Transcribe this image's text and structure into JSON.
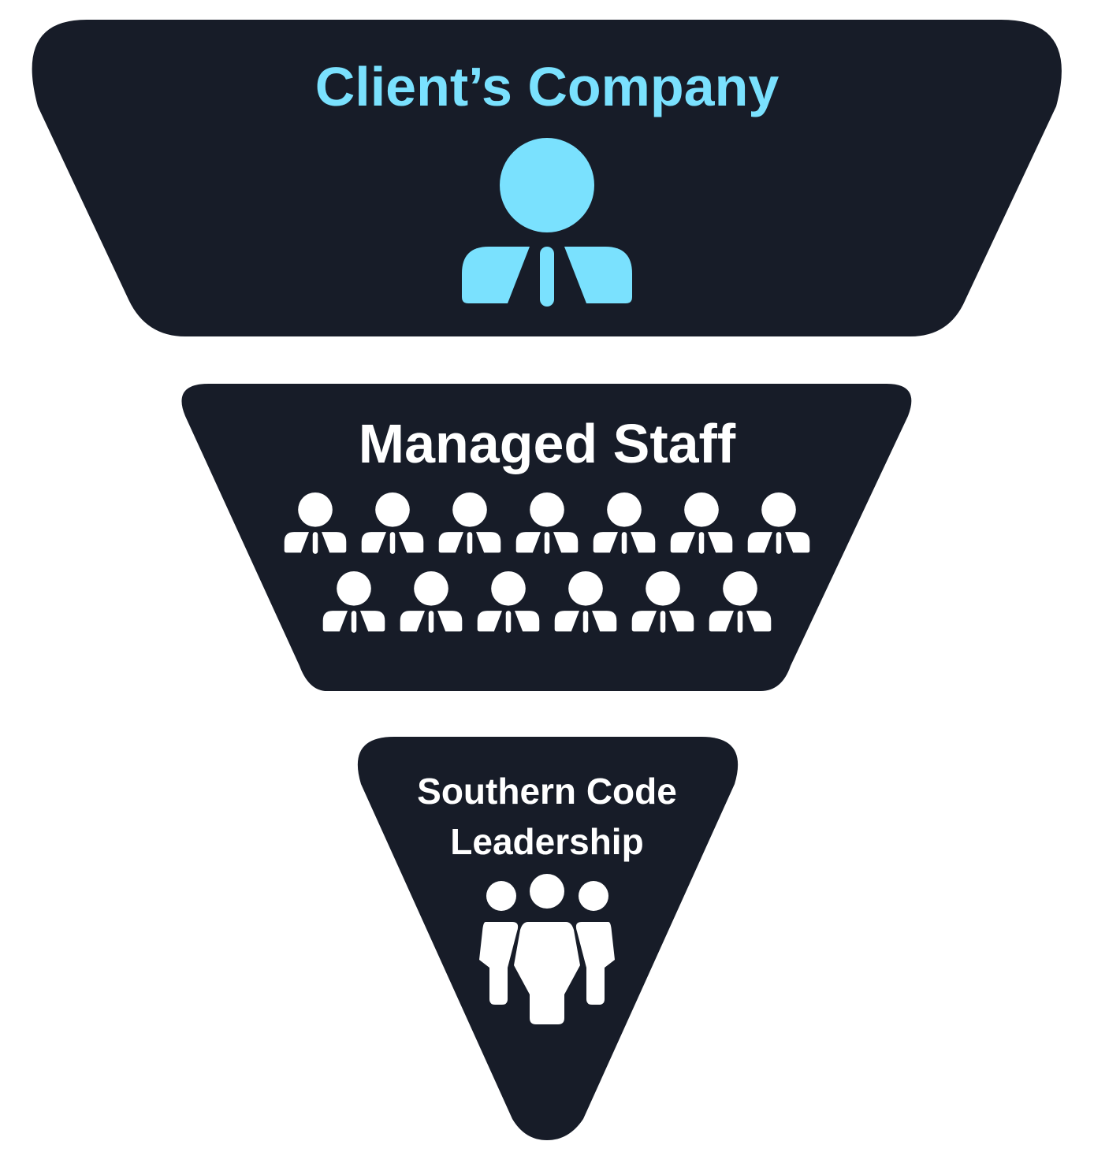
{
  "diagram": {
    "tiers": [
      {
        "title": "Client’s Company",
        "icon": "person-with-tie-icon",
        "people_count": 1
      },
      {
        "title": "Managed Staff",
        "icon": "person-with-tie-icon",
        "people_count": 13
      },
      {
        "title_lines": [
          "Southern Code",
          "Leadership"
        ],
        "icon": "group-of-three-people-icon",
        "people_count": 3
      }
    ]
  },
  "colors": {
    "tier_fill": "#171c28",
    "accent_cyan": "#7ae1fe",
    "white": "#ffffff",
    "background": "#ffffff"
  }
}
